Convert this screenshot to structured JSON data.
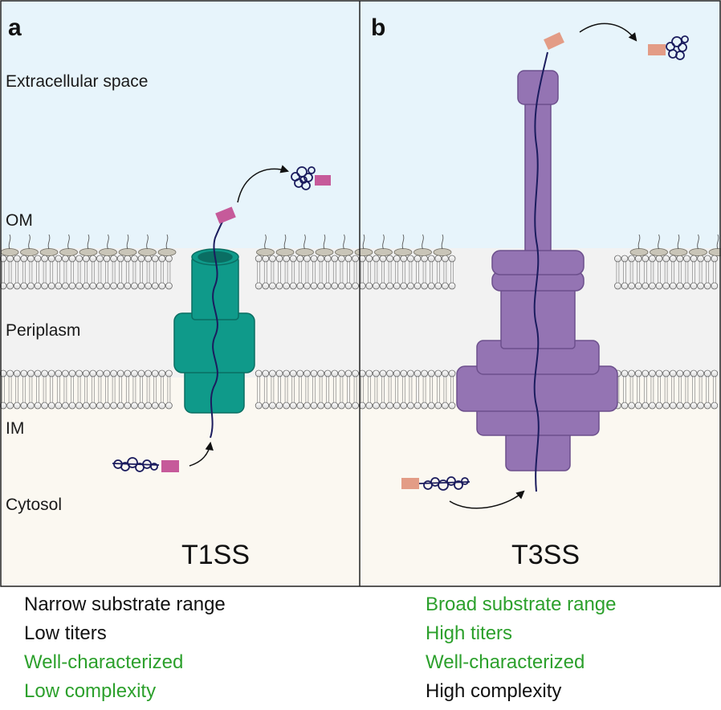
{
  "panels": [
    {
      "letter": "a",
      "system": "T1SS"
    },
    {
      "letter": "b",
      "system": "T3SS"
    }
  ],
  "regions": {
    "extracellular": "Extracellular space",
    "om": "OM",
    "periplasm": "Periplasm",
    "im": "IM",
    "cytosol": "Cytosol"
  },
  "colors": {
    "extracellular_bg": "#e7f4fb",
    "periplasm_bg": "#f2f2f2",
    "cytosol_bg": "#fbf8f1",
    "t1ss_channel": "#0f9a8a",
    "t3ss_injectisome": "#9474b3",
    "t1ss_signal_tag": "#c65a9a",
    "t3ss_signal_tag": "#e39c86",
    "protein_chain": "#1b1c5e",
    "positive_property": "#2ca02c",
    "negative_property": "#111111"
  },
  "properties": {
    "t1ss": [
      {
        "text": "Narrow substrate range",
        "tone": "black"
      },
      {
        "text": "Low titers",
        "tone": "black"
      },
      {
        "text": "Well-characterized",
        "tone": "green"
      },
      {
        "text": "Low complexity",
        "tone": "green"
      }
    ],
    "t3ss": [
      {
        "text": "Broad substrate range",
        "tone": "green"
      },
      {
        "text": "High titers",
        "tone": "green"
      },
      {
        "text": "Well-characterized",
        "tone": "green"
      },
      {
        "text": "High complexity",
        "tone": "black"
      }
    ]
  }
}
